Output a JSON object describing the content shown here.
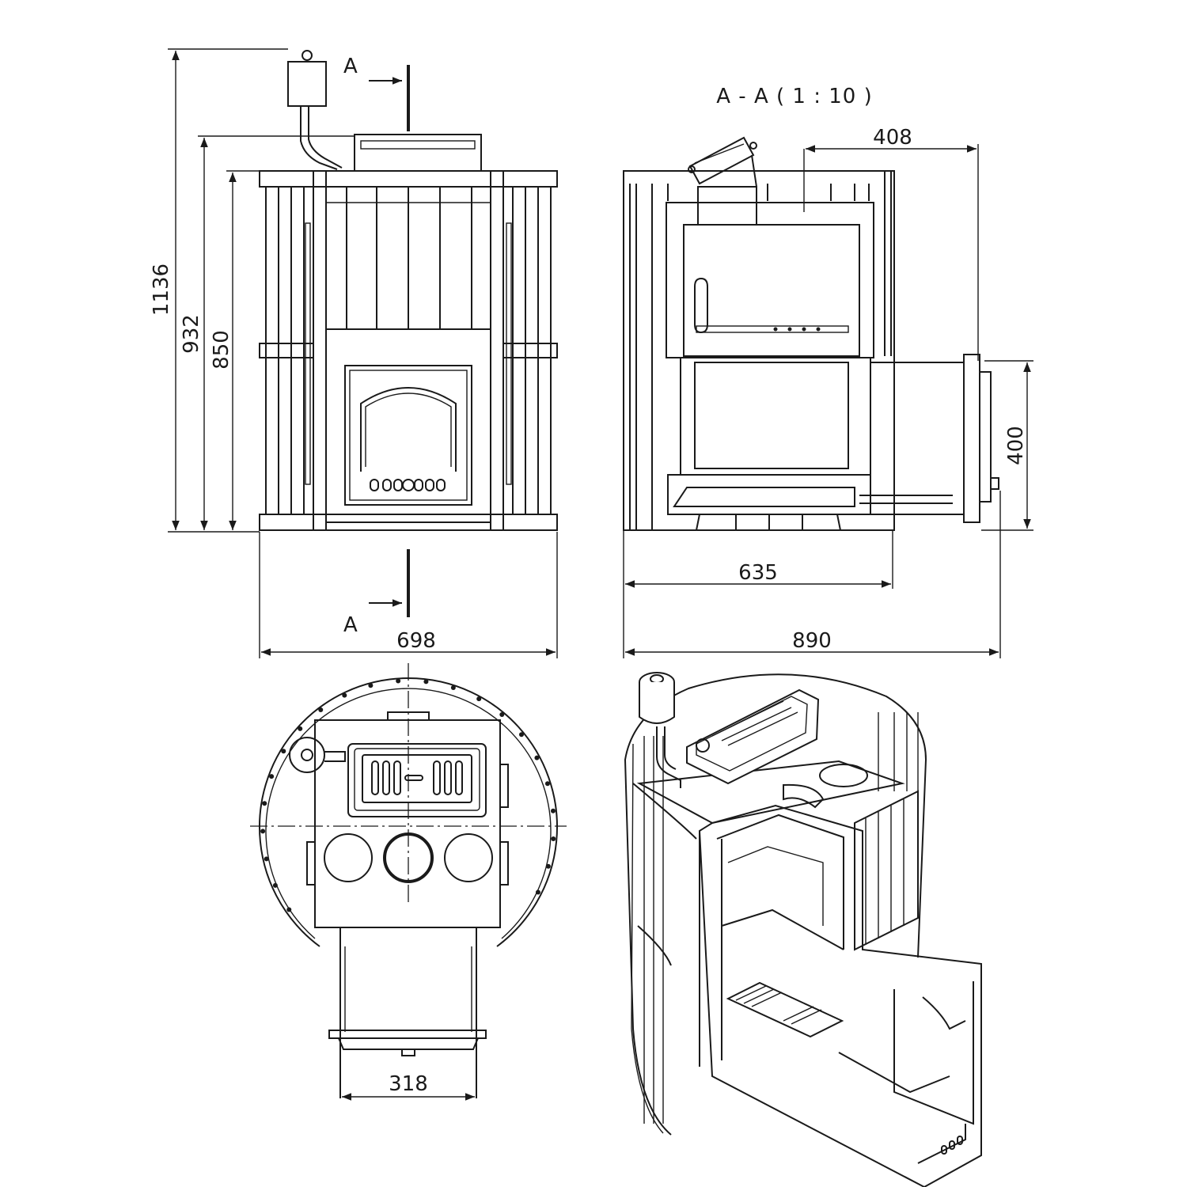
{
  "section": {
    "title": "A - A ( 1 : 10 )",
    "mark_top": "A",
    "mark_bottom": "A"
  },
  "front_view": {
    "dims": {
      "total_height": "1136",
      "tank_height": "932",
      "body_height": "850",
      "width": "698"
    }
  },
  "side_section": {
    "dims": {
      "top_offset": "408",
      "tunnel_height": "400",
      "body_depth": "635",
      "total_depth": "890"
    }
  },
  "top_view": {
    "dims": {
      "tunnel_width": "318"
    }
  }
}
